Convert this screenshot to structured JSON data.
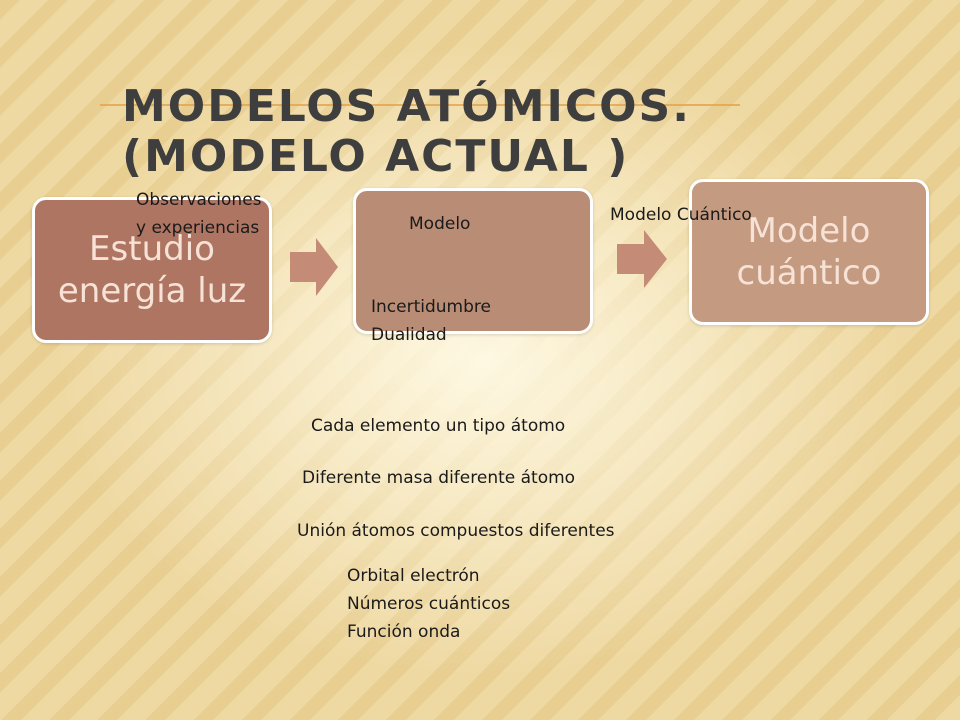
{
  "title": "Modelos atómicos.(modelo actual )",
  "boxes": {
    "box1": "Estudio energía luz",
    "box3": "Modelo cuántico"
  },
  "labels": {
    "observaciones_line1": "Observaciones",
    "observaciones_line2": "y experiencias",
    "modelo": "Modelo",
    "incertidumbre": "Incertidumbre",
    "dualidad": "Dualidad",
    "modelo_cuantico": "Modelo Cuántico"
  },
  "statements": [
    "Cada elemento un tipo átomo",
    "Diferente masa diferente átomo",
    "Unión átomos compuestos diferentes"
  ],
  "quantum_list": [
    "Orbital electrón",
    "Números cuánticos",
    "Función onda"
  ],
  "colors": {
    "box1": "#af7563",
    "box2": "#b98c75",
    "box3": "#c49a80",
    "arrow": "#c48c77",
    "title_rule": "#e4a24a"
  }
}
